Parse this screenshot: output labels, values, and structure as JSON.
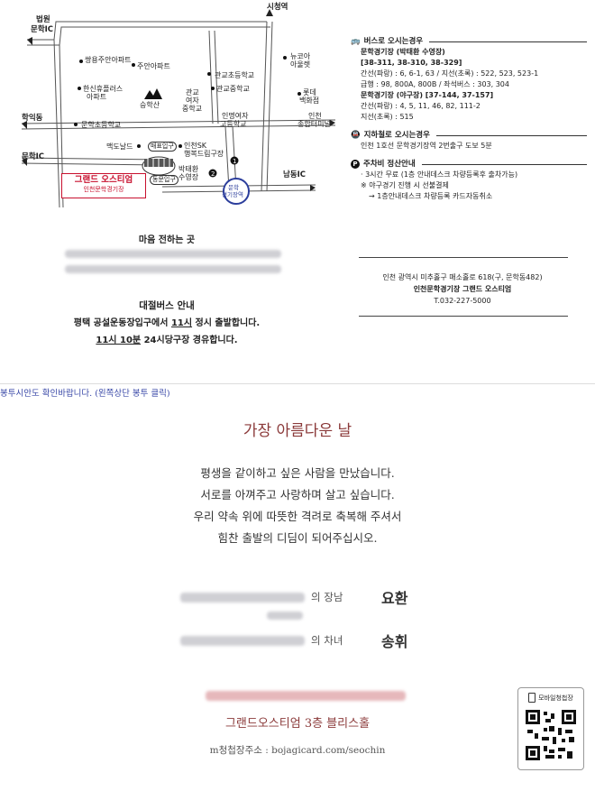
{
  "map": {
    "labels": {
      "beopwon": "법원",
      "munhak_ic_top": "문학IC",
      "city_hall": "시청역",
      "ssangyong": "쌍용주안아파트",
      "juan": "주안아파트",
      "gwango_elem": "관교초등학교",
      "newcore": "뉴코아",
      "outlet": "아울렛",
      "hansin1": "한신휴플러스",
      "hansin2": "아파트",
      "seunghaksan": "승학산",
      "gwango_mid1": "관교",
      "gwango_mid2": "여자",
      "gwango_mid3": "중학교",
      "gwango_middle": "관교중학교",
      "lotte1": "롯데",
      "lotte2": "백화점",
      "hakik": "학익동",
      "munhak_elem": "문학초등학교",
      "inmyeong1": "인명여자",
      "inmyeong2": "고등학교",
      "incheon_bus1": "인천",
      "incheon_bus2": "종합터미널",
      "mcd": "맥도날드",
      "main_gate": "매표입구",
      "sk": "인천SK",
      "happy": "행복드림구장",
      "munhak_ic_left": "문학IC",
      "east_gate": "동문입구",
      "pool1": "박태환",
      "pool2": "수영장",
      "station1": "문학",
      "station2": "경기장역",
      "namdong_ic": "남동IC",
      "venue_name": "그랜드 오스티엄",
      "venue_sub": "인천문학경기장"
    }
  },
  "bus": {
    "title": "버스로 오시는경우",
    "pool_stop": "문학경기장 (박태환 수영장)",
    "pool_routes": "[38-311, 38-310, 38-329]",
    "pool_line1": "간선(파랑) : 6, 6-1, 63 / 지선(초록) : 522, 523, 523-1",
    "pool_line2": "급행 : 98, 800A, 800B / 좌석버스 : 303, 304",
    "ball_stop": "문학경기장 (야구장) [37-144, 37-157]",
    "ball_line1": "간선(파랑) : 4, 5, 11, 46, 82, 111-2",
    "ball_line2": "지선(초록) : 515"
  },
  "subway": {
    "title": "지하철로 오시는경우",
    "line": "인천 1호선 문학경기장역 2번출구 도보 5분"
  },
  "parking": {
    "title": "주차비 정산안내",
    "line1": "· 3시간 무료 (1층 안내데스크 차량등록후 출차가능)",
    "line2": "※ 야구경기 진행 시 선불결제",
    "line3": "→ 1층안내데스크 차량등록 카드자동취소"
  },
  "address": {
    "line1": "인천 광역시 미추홀구 매소홀로 618(구, 문학동482)",
    "line2": "인천문학경기장 그랜드 오스티엄",
    "line3": "T.032-227-5000"
  },
  "gift": {
    "title": "마음 전하는 곳"
  },
  "bus_charter": {
    "title": "대절버스 안내",
    "line1_a": "평택 공설운동장입구에서 ",
    "line1_b": "11시",
    "line1_c": " 정시 출발합니다.",
    "line2_a": "11시 10분",
    "line2_b": " 24시당구장 경유합니다."
  },
  "notice": "봉투시안도 확인바랍니다. (왼쪽상단 봉투 클릭)",
  "card": {
    "title": "가장 아름다운 날",
    "message": [
      "평생을 같이하고 싶은 사람을 만났습니다.",
      "서로를 아껴주고 사랑하며 살고 싶습니다.",
      "우리 약속 위에 따뜻한 격려로 축복해 주셔서",
      "힘찬 출발의 디딤이 되어주십시오."
    ],
    "groom_relation": "의  장남",
    "groom_name": "요환",
    "bride_relation": "의  차녀",
    "bride_name": "송휘",
    "venue": "그랜드오스티엄 3층 블리스홀",
    "url": "m청첩장주소 : bojagicard.com/seochin",
    "mobile_label": "모바일청첩장"
  },
  "colors": {
    "accent_red": "#c8102e",
    "card_title": "#8b3a3a",
    "notice_blue": "#3b4aa8",
    "station_blue": "#2c3e9c"
  }
}
